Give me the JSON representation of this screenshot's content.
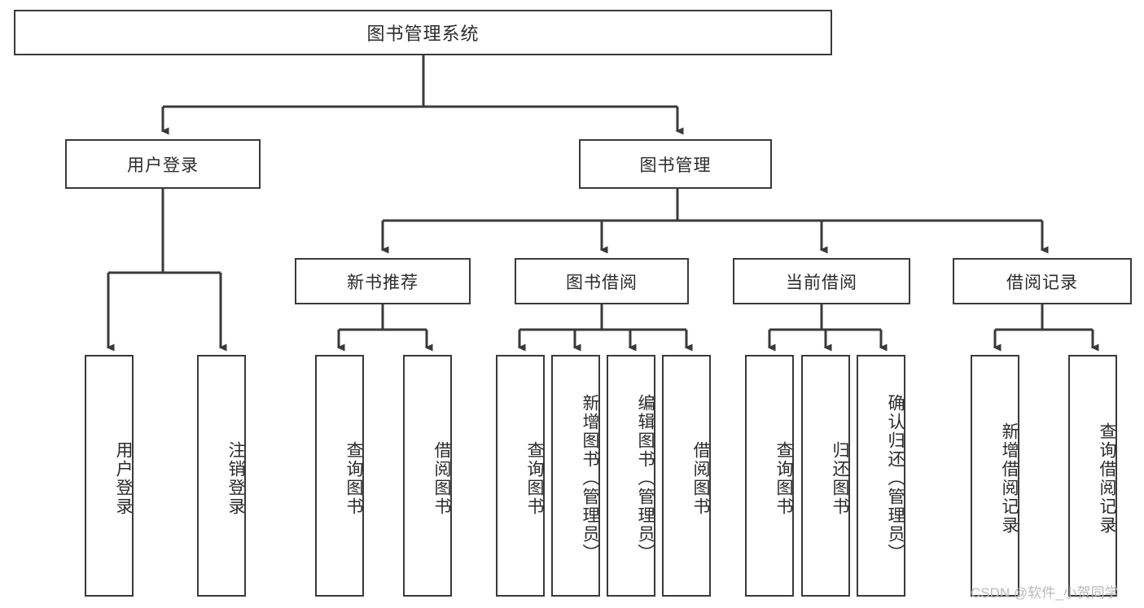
{
  "diagram": {
    "type": "tree-hierarchy",
    "title": "图书管理系统",
    "root": {
      "id": "root",
      "label": "图书管理系统"
    },
    "level2": [
      {
        "id": "user-login",
        "label": "用户登录"
      },
      {
        "id": "book-manage",
        "label": "图书管理"
      }
    ],
    "level3": [
      {
        "id": "new-book-recommend",
        "label": "新书推荐",
        "parent": "book-manage"
      },
      {
        "id": "book-borrow",
        "label": "图书借阅",
        "parent": "book-manage"
      },
      {
        "id": "current-borrow",
        "label": "当前借阅",
        "parent": "book-manage"
      },
      {
        "id": "borrow-record",
        "label": "借阅记录",
        "parent": "book-manage"
      }
    ],
    "leaves": [
      {
        "id": "leaf-user-login",
        "label": "用户登录",
        "parent": "user-login"
      },
      {
        "id": "leaf-logout-login",
        "label": "注销登录",
        "parent": "user-login"
      },
      {
        "id": "leaf-query-book-1",
        "label": "查询图书",
        "parent": "new-book-recommend"
      },
      {
        "id": "leaf-borrow-book-1",
        "label": "借阅图书",
        "parent": "new-book-recommend"
      },
      {
        "id": "leaf-query-book-2",
        "label": "查询图书",
        "parent": "book-borrow"
      },
      {
        "id": "leaf-add-book",
        "label": "新增图书（管理员）",
        "parent": "book-borrow"
      },
      {
        "id": "leaf-edit-book",
        "label": "编辑图书（管理员）",
        "parent": "book-borrow"
      },
      {
        "id": "leaf-borrow-book-2",
        "label": "借阅图书",
        "parent": "book-borrow"
      },
      {
        "id": "leaf-query-book-3",
        "label": "查询图书",
        "parent": "current-borrow"
      },
      {
        "id": "leaf-return-book",
        "label": "归还图书",
        "parent": "current-borrow"
      },
      {
        "id": "leaf-confirm-return",
        "label": "确认归还（管理员）",
        "parent": "current-borrow"
      },
      {
        "id": "leaf-add-record",
        "label": "新增借阅记录",
        "parent": "borrow-record"
      },
      {
        "id": "leaf-query-record",
        "label": "查询借阅记录",
        "parent": "borrow-record"
      }
    ],
    "colors": {
      "border": "#3a3a3a",
      "text": "#2b2b2b",
      "background": "#ffffff",
      "connector": "#3a3a3a",
      "watermark": "#b9b9b9"
    }
  },
  "watermark": {
    "text": "CSDN @软件_小贺同学"
  }
}
